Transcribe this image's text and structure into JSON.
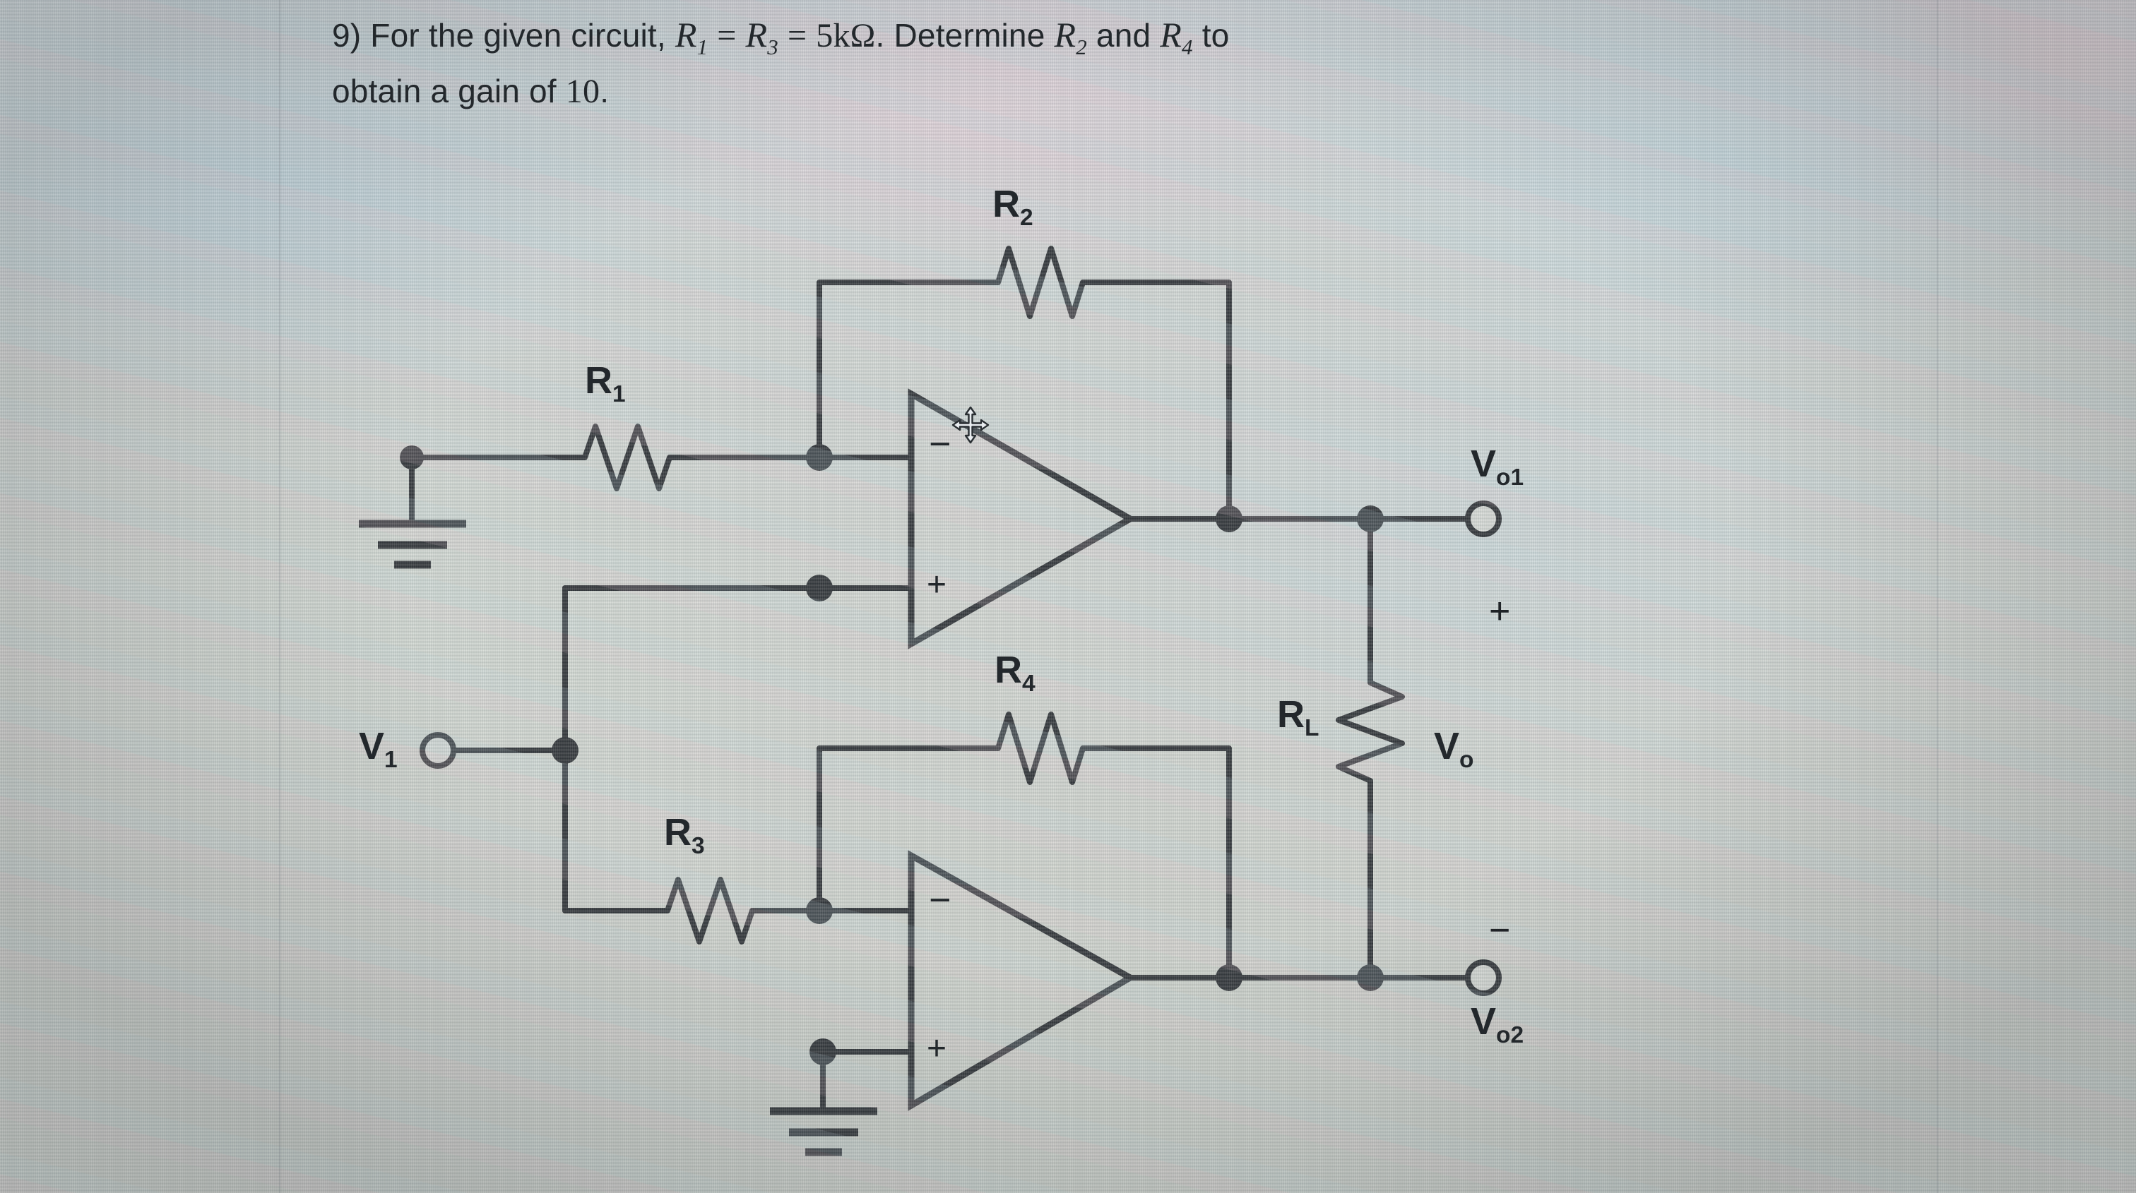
{
  "problem": {
    "number": "9)",
    "line1_a": "For the given circuit,",
    "r1": "R",
    "r1_sub": "1",
    "eq1": "=",
    "r3": "R",
    "r3_sub": "3",
    "eq2": "=",
    "value": "5kΩ",
    "line1_b": ". Determine",
    "r2": "R",
    "r2_sub": "2",
    "and": "and",
    "r4": "R",
    "r4_sub": "4",
    "line1_c": "to",
    "line2": "obtain a gain of",
    "gain": "10",
    "period": "."
  },
  "circuit": {
    "title": "two-stage op-amp bridge amplifier",
    "ink_color": "#22262a",
    "background_color": "#cfd4cf",
    "components": [
      {
        "name": "R1",
        "label": "R",
        "sub": "1",
        "type": "resistor",
        "orientation": "horizontal"
      },
      {
        "name": "R2",
        "label": "R",
        "sub": "2",
        "type": "resistor",
        "orientation": "horizontal"
      },
      {
        "name": "R3",
        "label": "R",
        "sub": "3",
        "type": "resistor",
        "orientation": "horizontal"
      },
      {
        "name": "R4",
        "label": "R",
        "sub": "4",
        "type": "resistor",
        "orientation": "horizontal"
      },
      {
        "name": "RL",
        "label": "R",
        "sub": "L",
        "type": "resistor",
        "orientation": "vertical"
      },
      {
        "name": "U1",
        "label": "",
        "type": "opamp",
        "inputs": [
          "-",
          "+"
        ]
      },
      {
        "name": "U2",
        "label": "",
        "type": "opamp",
        "inputs": [
          "-",
          "+"
        ]
      }
    ],
    "labels": {
      "r1": "R",
      "r1_sub": "1",
      "r2": "R",
      "r2_sub": "2",
      "r3": "R",
      "r3_sub": "3",
      "r4": "R",
      "r4_sub": "4",
      "rl": "R",
      "rl_sub": "L",
      "v1": "V",
      "v1_sub": "1",
      "vo": "V",
      "vo_sub": "o",
      "vo1": "V",
      "vo1_sub": "o1",
      "vo2": "V",
      "vo2_sub": "o2",
      "opamp1_minus": "−",
      "opamp1_plus": "+",
      "opamp2_minus": "−",
      "opamp2_plus": "+",
      "vo_plus": "+",
      "vo_minus": "−"
    },
    "terminals": [
      {
        "name": "V1",
        "kind": "input-terminal"
      },
      {
        "name": "Vo1",
        "kind": "output-terminal"
      },
      {
        "name": "Vo2",
        "kind": "output-terminal"
      }
    ],
    "grounds": 2,
    "cursor": "move-cursor"
  }
}
